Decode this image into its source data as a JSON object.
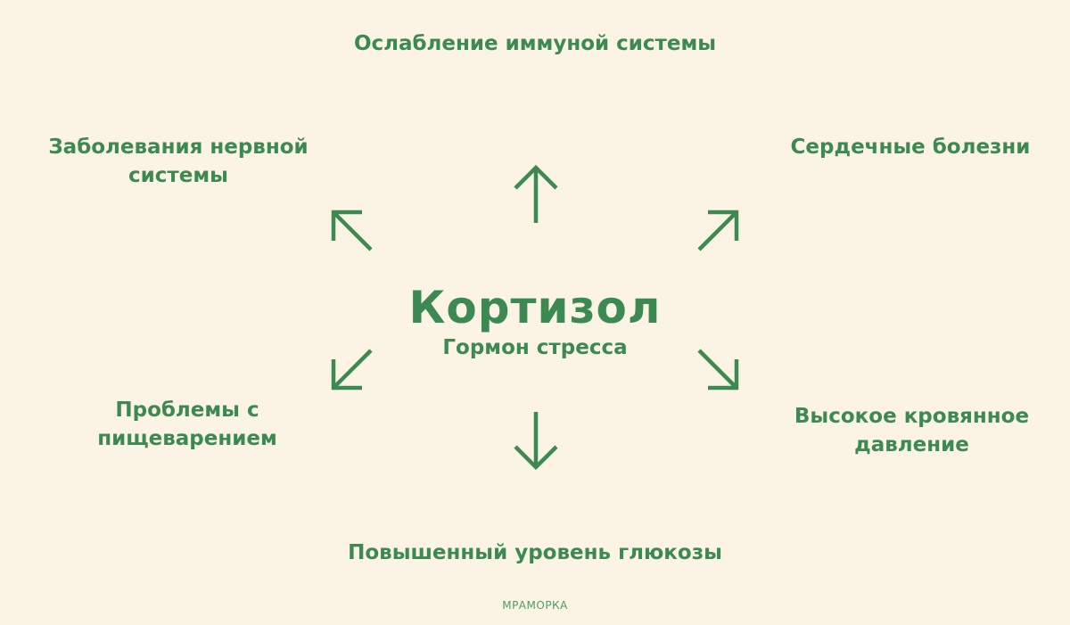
{
  "center": {
    "title": "Кортизол",
    "subtitle": "Гормон стресса"
  },
  "effects": {
    "top": [
      "Ослабление иммуной системы"
    ],
    "top_left": [
      "Заболевания нервной",
      "системы"
    ],
    "top_right": [
      "Сердечные болезни"
    ],
    "bottom_left": [
      "Проблемы с",
      "пищеварением"
    ],
    "bottom_right": [
      "Высокое кровянное",
      "давление"
    ],
    "bottom": [
      "Повышенный уровень глюкозы"
    ]
  },
  "watermark": "МРАМОРКА",
  "colors": {
    "background": "#fbf4e5",
    "accent": "#3c8a52"
  },
  "icons": [
    "arrow-up-icon",
    "arrow-up-left-icon",
    "arrow-up-right-icon",
    "arrow-down-left-icon",
    "arrow-down-right-icon",
    "arrow-down-icon"
  ]
}
